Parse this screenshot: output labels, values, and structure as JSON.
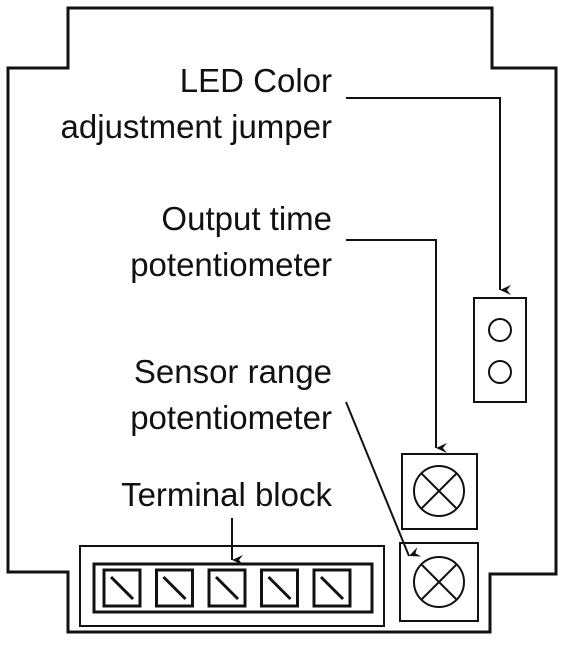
{
  "labels": {
    "led_color_line1": "LED Color",
    "led_color_line2": "adjustment jumper",
    "output_time_line1": "Output time",
    "output_time_line2": "potentiometer",
    "sensor_range_line1": "Sensor range",
    "sensor_range_line2": "potentiometer",
    "terminal_block": "Terminal block"
  },
  "terminal_block": {
    "terminal_count": 5
  },
  "jumper": {
    "pin_count": 2
  },
  "icons": {
    "potentiometer": "circle-x-icon",
    "jumper_pin": "circle-pin-icon",
    "terminal": "slashed-square-icon",
    "arrow": "arrowhead-down-icon"
  },
  "colors": {
    "ink": "#111111",
    "background": "#ffffff"
  }
}
